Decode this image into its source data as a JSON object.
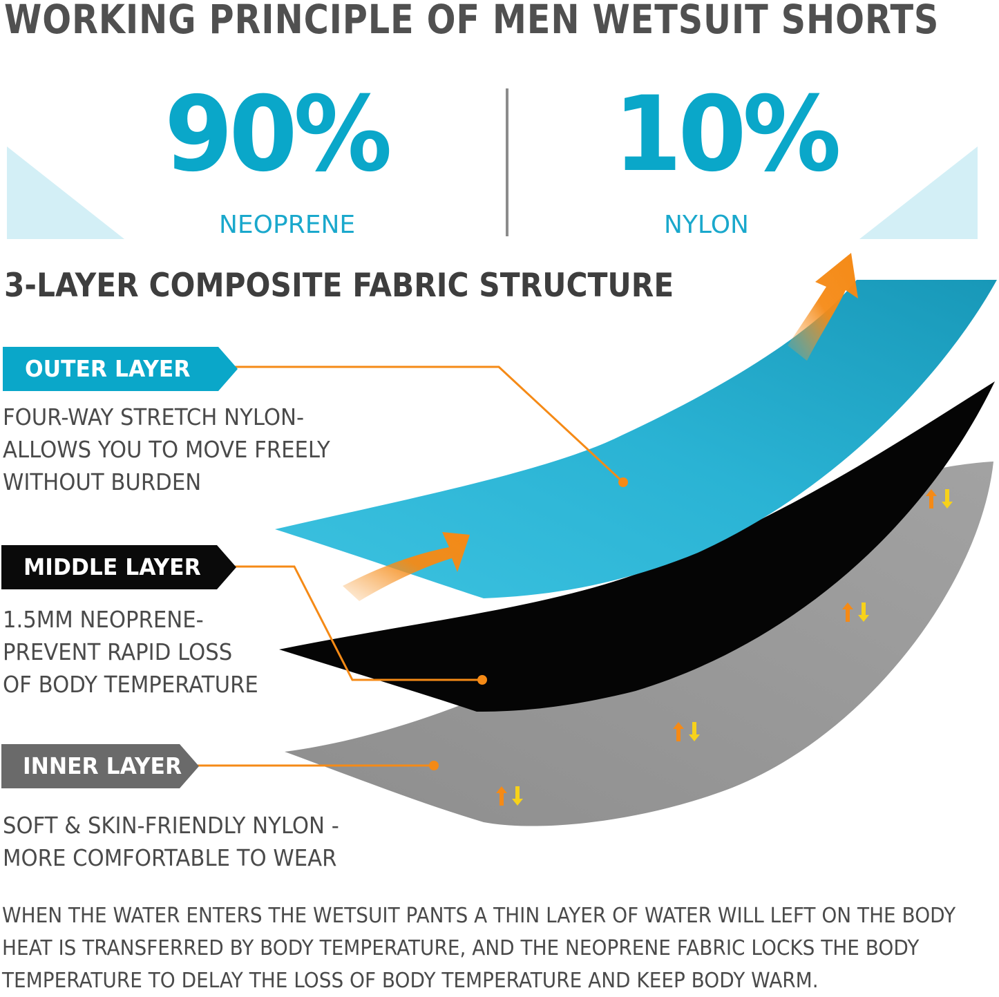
{
  "title": "WORKING PRINCIPLE OF MEN WETSUIT SHORTS",
  "composition": [
    {
      "percent": "90%",
      "material": "NEOPRENE"
    },
    {
      "percent": "10%",
      "material": "NYLON"
    }
  ],
  "section_title": "3-LAYER COMPOSITE FABRIC STRUCTURE",
  "layers": [
    {
      "name": "OUTER LAYER",
      "lines": [
        "FOUR-WAY STRETCH NYLON-",
        "ALLOWS YOU TO MOVE FREELY",
        "WITHOUT BURDEN"
      ]
    },
    {
      "name": "MIDDLE LAYER",
      "lines": [
        "1.5MM NEOPRENE-",
        "PREVENT RAPID LOSS",
        "OF BODY TEMPERATURE"
      ]
    },
    {
      "name": "INNER LAYER",
      "lines": [
        "SOFT & SKIN-FRIENDLY NYLON -",
        "MORE COMFORTABLE TO WEAR"
      ]
    }
  ],
  "note_lines": [
    "WHEN THE WATER ENTERS THE WETSUIT PANTS A THIN LAYER OF WATER WILL LEFT ON THE BODY",
    "HEAT IS TRANSFERRED BY BODY TEMPERATURE, AND THE NEOPRENE FABRIC LOCKS THE BODY",
    "TEMPERATURE TO DELAY THE LOSS OF BODY TEMPERATURE AND KEEP BODY WARM."
  ],
  "colors": {
    "accent_blue": "#0aa7c9",
    "outer_layer": "#1fb0d0",
    "middle_layer": "#050505",
    "inner_layer": "#9a9a9a",
    "leader_orange": "#f58a16",
    "arrow_yellow": "#f7d21a"
  }
}
